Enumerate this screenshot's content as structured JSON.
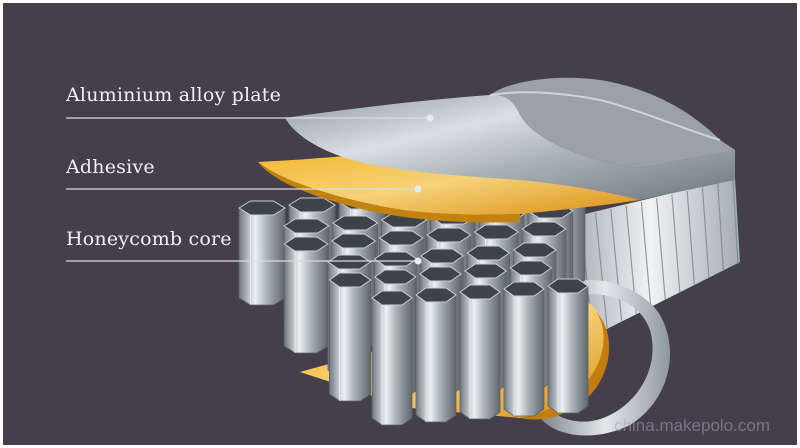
{
  "labels": {
    "plate": "Aluminium alloy plate",
    "adhesive": "Adhesive",
    "core": "Honeycomb core"
  },
  "watermark": "china.makepolo.com",
  "colors": {
    "background": "#453f4b",
    "adhesive": "#e8a61f",
    "aluminium": "#b9c1c6",
    "leader_line": "#d8dce0"
  }
}
